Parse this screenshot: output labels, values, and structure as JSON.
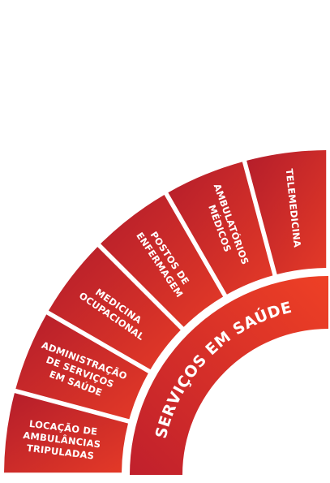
{
  "diagram": {
    "center_label": "SERVIÇOS EM SAÚDE",
    "segments": [
      {
        "id": "telemedicina",
        "lines": [
          "TELEMEDICINA"
        ]
      },
      {
        "id": "ambulatorios",
        "lines": [
          "AMBULATÓRIOS",
          "MÉDICOS"
        ]
      },
      {
        "id": "postos",
        "lines": [
          "POSTOS DE",
          "ENFERMAGEM"
        ]
      },
      {
        "id": "medicina-ocupacional",
        "lines": [
          "MEDICINA",
          "OCUPACIONAL"
        ]
      },
      {
        "id": "administracao",
        "lines": [
          "ADMINISTRAÇÃO",
          "DE SERVIÇOS",
          "EM SAÚDE"
        ]
      },
      {
        "id": "locacao",
        "lines": [
          "LOCAÇÃO DE",
          "AMBULÂNCIAS",
          "TRIPULADAS"
        ]
      }
    ],
    "colors": {
      "segment_dark": "#b41d2b",
      "segment_light": "#e43a27",
      "inner_dark": "#c0202c",
      "inner_light": "#ee4025",
      "text": "#ffffff"
    }
  }
}
